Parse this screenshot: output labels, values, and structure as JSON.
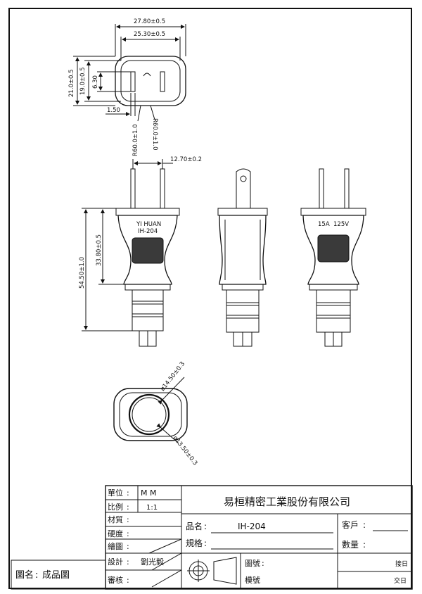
{
  "drawing": {
    "top_view": {
      "width_outer": "27.80±0.5",
      "width_inner": "25.30±0.5",
      "height_outer": "21.0±0.5",
      "height_inner": "19.0±0.5",
      "blade_height": "6.30",
      "blade_thickness": "1.50",
      "radius_left": "R60.0±1.0",
      "radius_right": "R60.0±1.0"
    },
    "front_view": {
      "blade_spacing": "12.70±0.2",
      "total_height": "54.50±1.0",
      "body_height": "33.80±0.5",
      "mark_brand": "YI HUAN",
      "mark_model": "IH-204"
    },
    "rear_view": {
      "rating_current": "15A",
      "rating_voltage": "125V"
    },
    "bottom_view": {
      "outer_dia": "ø14.50±0.3",
      "inner_dia": "ø13.50±0.3"
    }
  },
  "title_block": {
    "unit_label": "單位",
    "unit_value": "M  M",
    "scale_label": "比例",
    "scale_value": "1:1",
    "material_label": "材質",
    "hardness_label": "硬度",
    "drawn_label": "繪圖",
    "design_label": "設計",
    "design_value": "劉光毅",
    "check_label": "審核",
    "company": "易桓精密工業股份有限公司",
    "part_name_label": "品名",
    "part_name_value": "IH-204",
    "spec_label": "規格",
    "customer_label": "客戶",
    "quantity_label": "數量",
    "drawing_no_label": "圖號",
    "mold_no_label": "模號",
    "received_label": "接日",
    "delivery_label": "交日",
    "drawing_name_label": "圖名",
    "drawing_name_value": "成品圖"
  }
}
